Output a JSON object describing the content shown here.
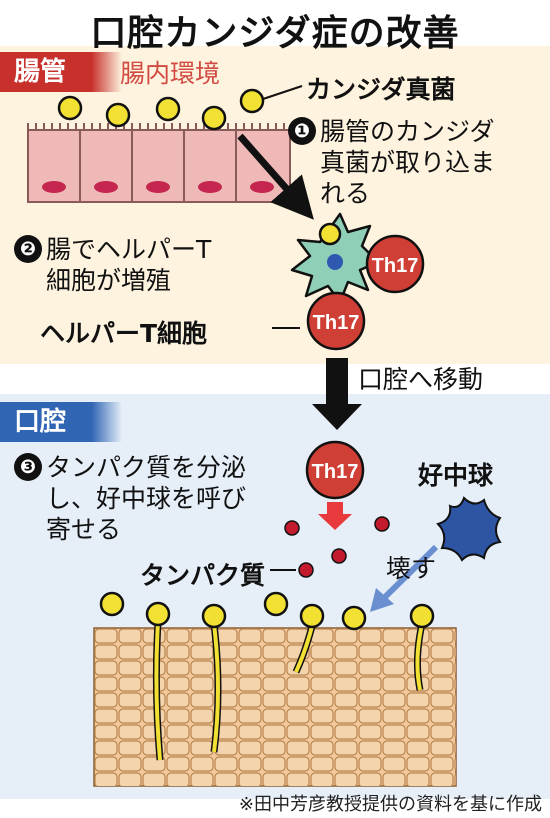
{
  "title": "口腔カンジダ症の改善",
  "gut": {
    "tab_label": "腸管",
    "environment_label": "腸内環境",
    "fungus_label": "カンジダ真菌",
    "step1": {
      "number": "❶",
      "lines": [
        "腸管のカンジダ",
        "真菌が取り込ま",
        "れる"
      ]
    },
    "step2": {
      "number": "❷",
      "lines": [
        "腸でヘルパーT",
        "細胞が増殖"
      ]
    },
    "helper_t_label": "ヘルパーT細胞",
    "th17_label": "Th17"
  },
  "move_label": "口腔へ移動",
  "oral": {
    "tab_label": "口腔",
    "step3": {
      "number": "❸",
      "lines": [
        "タンパク質を分泌",
        "し、好中球を呼び",
        "寄せる"
      ]
    },
    "th17_label": "Th17",
    "neutrophil_label": "好中球",
    "protein_label": "タンパク質",
    "destroy_label": "壊す"
  },
  "source_note": "※田中芳彦教授提供の資料を基に作成",
  "colors": {
    "gut_bg": "#fdf3df",
    "oral_bg": "#e6eef8",
    "gut_accent": "#c8302c",
    "oral_accent": "#2f65b3",
    "fungus": "#f2e132",
    "th17_cell": "#cf3f35",
    "protein": "#c41a2e",
    "neutrophil": "#2e55a4",
    "dendritic_cell": "#8fcfb7"
  }
}
